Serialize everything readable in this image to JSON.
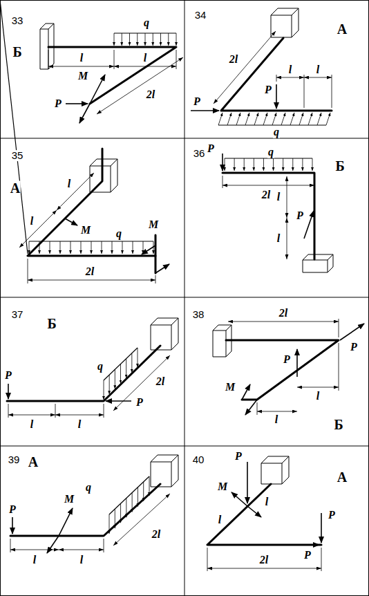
{
  "diagram": {
    "labels": [
      "33",
      "Б",
      "q",
      "l",
      "l",
      "2l",
      "M",
      "P",
      "34",
      "А",
      "2l",
      "l",
      "l",
      "P",
      "P",
      "q",
      "35",
      "А",
      "l",
      "l",
      "M",
      "q",
      "M",
      "2l",
      "36",
      "P",
      "q",
      "Б",
      "2l",
      "l",
      "P",
      "l",
      "37",
      "Б",
      "2l",
      "q",
      "P",
      "P",
      "l",
      "l",
      "38",
      "2l",
      "P",
      "P",
      "M",
      "l",
      "l",
      "Б",
      "39",
      "А",
      "P",
      "M",
      "q",
      "2l",
      "l",
      "l",
      "40",
      "P",
      "M",
      "l",
      "l",
      "P",
      "2l",
      "P",
      "А"
    ]
  }
}
